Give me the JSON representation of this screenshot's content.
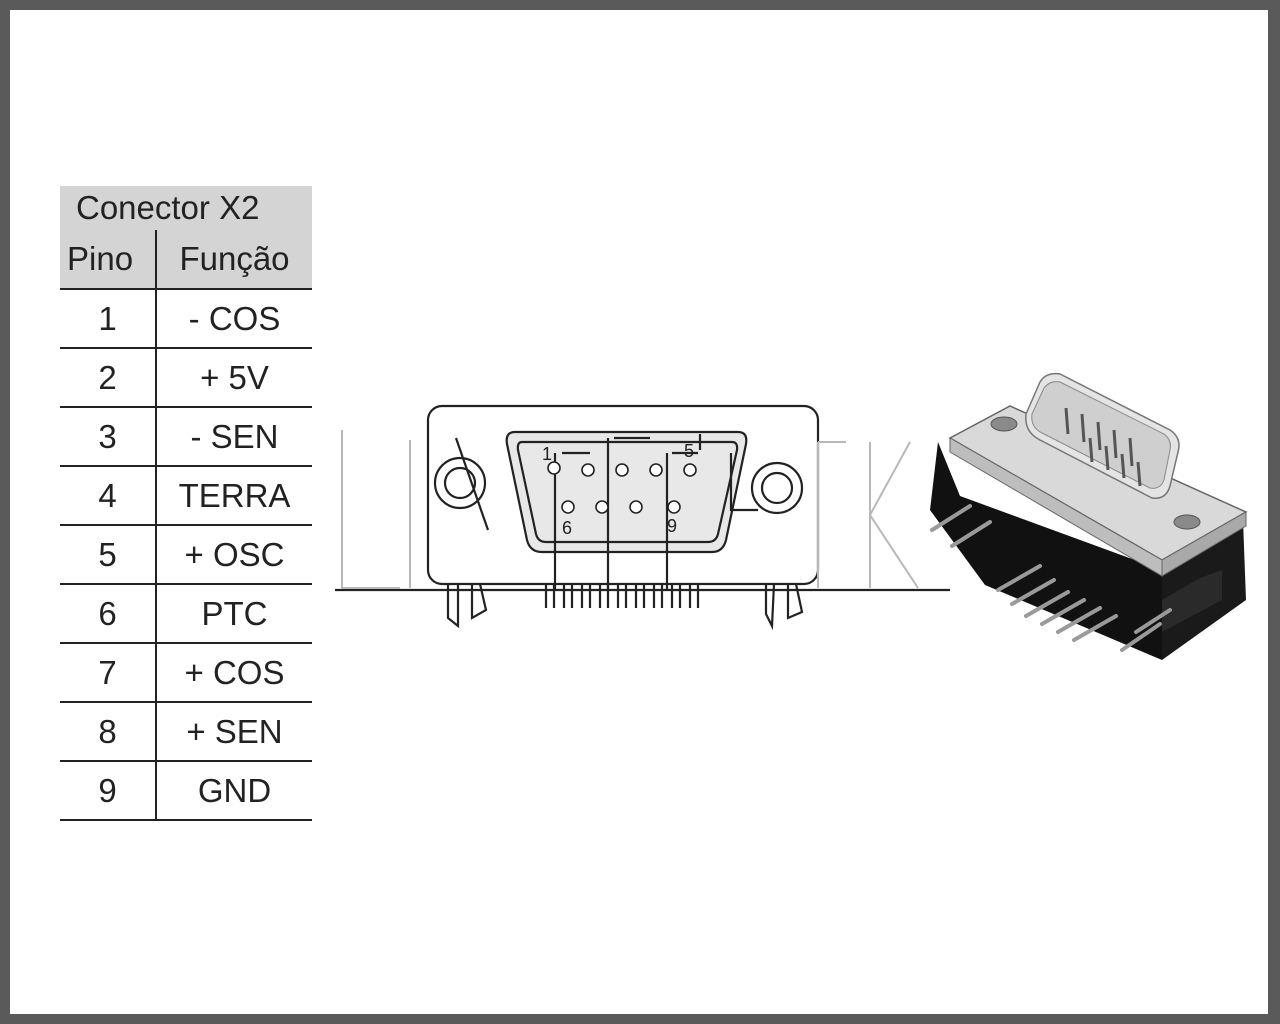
{
  "table": {
    "title": "Conector X2",
    "headers": {
      "pin": "Pino",
      "function": "Função"
    },
    "rows": [
      {
        "pin": "1",
        "function": "- COS"
      },
      {
        "pin": "2",
        "function": "+ 5V"
      },
      {
        "pin": "3",
        "function": "- SEN"
      },
      {
        "pin": "4",
        "function": "TERRA"
      },
      {
        "pin": "5",
        "function": "+ OSC"
      },
      {
        "pin": "6",
        "function": "PTC"
      },
      {
        "pin": "7",
        "function": "+ COS"
      },
      {
        "pin": "8",
        "function": "+ SEN"
      },
      {
        "pin": "9",
        "function": "GND"
      }
    ]
  },
  "connector_diagram": {
    "pin_labels": {
      "first": "1",
      "top_last": "5",
      "bottom_first": "6",
      "bottom_last": "9"
    }
  },
  "colors": {
    "frame_border": "#5a5a5a",
    "header_bg": "#d4d4d4",
    "line": "#222222",
    "connector_body": "#111111",
    "connector_shell": "#d9d9d9"
  }
}
